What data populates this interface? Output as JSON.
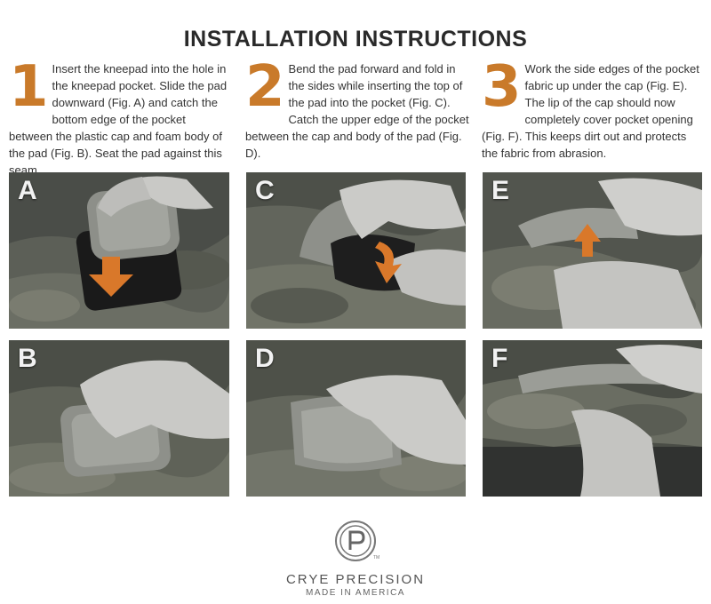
{
  "title": "INSTALLATION INSTRUCTIONS",
  "steps": [
    {
      "number": "1",
      "text": "Insert the kneepad into the hole in the kneepad pocket. Slide the pad downward (Fig. A) and catch the bottom edge of the pocket between the plastic cap and foam body of the pad (Fig. B). Seat the pad against this seam."
    },
    {
      "number": "2",
      "text": "Bend the pad forward and fold in the sides while inserting the top of the pad into the pocket (Fig. C). Catch the upper edge of the pocket between the cap and body of the pad (Fig. D)."
    },
    {
      "number": "3",
      "text": "Work the side edges of the pocket fabric up under the cap (Fig. E). The lip of the cap should now completely cover pocket opening (Fig. F). This keeps dirt out and protects the fabric from abrasion."
    }
  ],
  "figures": [
    {
      "letter": "A",
      "arrow": "down"
    },
    {
      "letter": "B",
      "arrow": "none"
    },
    {
      "letter": "C",
      "arrow": "curve-down"
    },
    {
      "letter": "D",
      "arrow": "none"
    },
    {
      "letter": "E",
      "arrow": "up"
    },
    {
      "letter": "F",
      "arrow": "none"
    }
  ],
  "colors": {
    "accent": "#c97a2a",
    "arrow": "#d9782a"
  },
  "brand": {
    "name": "CRYE PRECISION",
    "tagline": "MADE IN AMERICA",
    "trademark": "TM"
  }
}
